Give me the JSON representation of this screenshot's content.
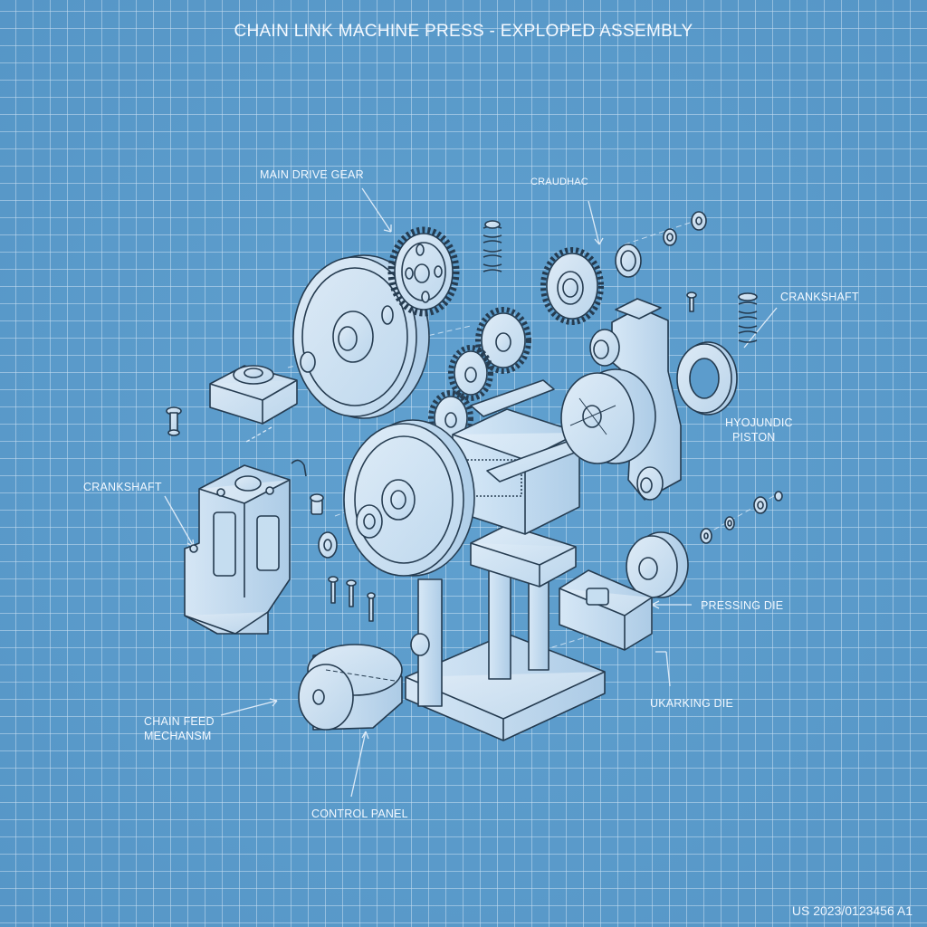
{
  "diagram": {
    "title": "CHAIN LINK MACHINE PRESS - EXPLOPED ASSEMBLY",
    "style": "blueprint",
    "background_color": "#5c9dcc",
    "grid_color": "#dcecfa",
    "line_color": "#1a2a3a",
    "part_fill": "#e6f1fb",
    "patent_number": "US 2023/0123456 A1",
    "labels": [
      {
        "id": "main-drive-gear",
        "text": "MAIN DRIVE GEAR"
      },
      {
        "id": "top-unknown",
        "text": "CRAUDHAC"
      },
      {
        "id": "crankshaft-right",
        "text": "CRANKSHAFT"
      },
      {
        "id": "hydraulic-piston",
        "text": "HYOJUNDIC PISTON"
      },
      {
        "id": "crankshaft-left",
        "text": "CRANKSHAFT"
      },
      {
        "id": "pressing-die",
        "text": "PRESSING DIE"
      },
      {
        "id": "marking-die",
        "text": "UKARKING DIE"
      },
      {
        "id": "chain-feed",
        "text": "CHAIN FEED MECHANSM"
      },
      {
        "id": "control-panel",
        "text": "CONTROL PANEL"
      }
    ],
    "label_lines": {
      "hydraulic_1": "HYOJUNDIC",
      "hydraulic_2": "PISTON",
      "chain_feed_1": "CHAIN FEED",
      "chain_feed_2": "MECHANSM"
    },
    "parts": [
      "large-flywheel",
      "main-drive-gear",
      "spring-top",
      "small-gear-right",
      "stacked-gears",
      "bearing-block",
      "bolt-left",
      "press-frame",
      "front-flywheel",
      "gearbox",
      "column-stand",
      "base-plate",
      "crank-arm",
      "disc-drum",
      "flanged-ring",
      "spring-right",
      "washers",
      "pressing-die-block",
      "cylinder-drum",
      "screws"
    ]
  }
}
